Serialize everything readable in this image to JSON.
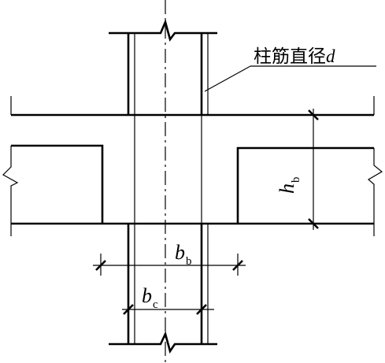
{
  "labels": {
    "rebar_text": "柱筋直径",
    "rebar_var": "d",
    "beam_height_var": "h",
    "beam_height_sub": "b",
    "beam_width_var": "b",
    "beam_width_sub": "b",
    "col_width_var": "b",
    "col_width_sub": "c"
  }
}
